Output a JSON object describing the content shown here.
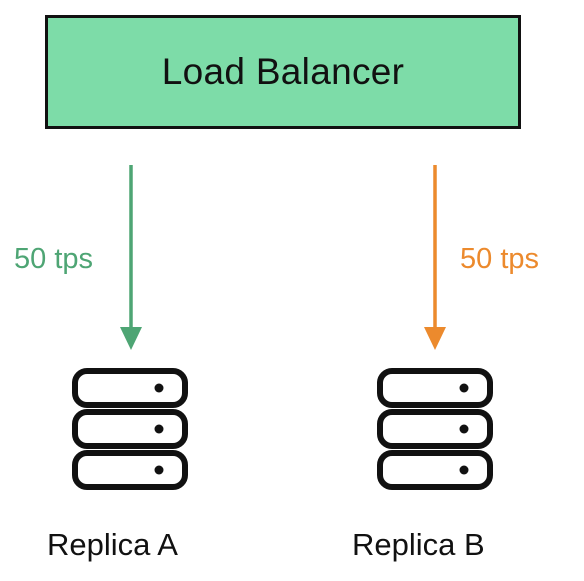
{
  "load_balancer": {
    "title": "Load Balancer",
    "fill_color": "#7ddca8"
  },
  "links": [
    {
      "rate_label": "50 tps",
      "color": "#4ea574"
    },
    {
      "rate_label": "50 tps",
      "color": "#ec8a2d"
    }
  ],
  "replicas": [
    {
      "label": "Replica A",
      "icon": "server-stack-icon"
    },
    {
      "label": "Replica B",
      "icon": "server-stack-icon"
    }
  ]
}
